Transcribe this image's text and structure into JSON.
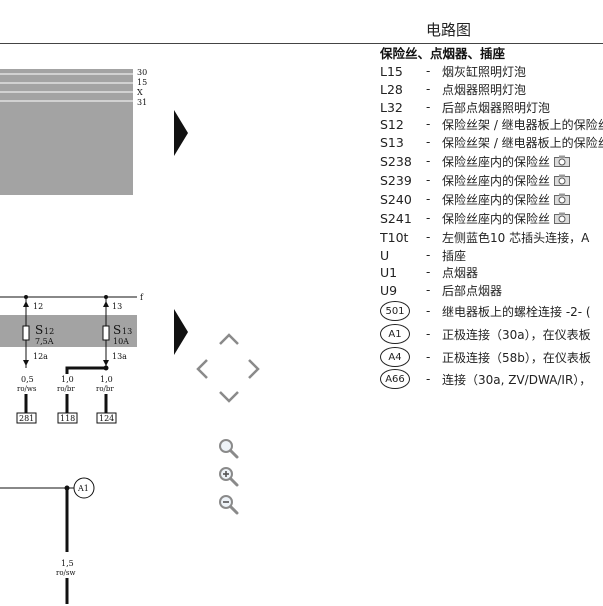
{
  "title": "电路图",
  "diagram": {
    "bus_labels": [
      "30",
      "15",
      "X",
      "31"
    ],
    "lower_bus_label": "f",
    "fuses": [
      {
        "id": "S",
        "num": "12",
        "rating": "7,5A",
        "wire_top": "12",
        "wire_bottom": "12a",
        "gauge": "0,5",
        "color": "ro/ws",
        "ref": "281"
      },
      {
        "id": "S",
        "num": "13",
        "rating": "10A",
        "wire_top": "13",
        "wire_bottom": "13a",
        "gauge": "1,0",
        "color": "ro/br",
        "ref": "124"
      }
    ],
    "middle_wire": {
      "gauge": "1,0",
      "color": "ro/br",
      "ref": "118"
    },
    "connector": {
      "label": "A1",
      "gauge": "1,5",
      "color": "ro/sw"
    }
  },
  "legend": {
    "heading": "保险丝、点烟器、插座",
    "items": [
      {
        "code": "L15",
        "text": "烟灰缸照明灯泡",
        "camera": false
      },
      {
        "code": "L28",
        "text": "点烟器照明灯泡",
        "camera": false
      },
      {
        "code": "L32",
        "text": "后部点烟器照明灯泡",
        "camera": false
      },
      {
        "code": "S12",
        "text": "保险丝架 / 继电器板上的保险丝",
        "camera": false
      },
      {
        "code": "S13",
        "text": "保险丝架 / 继电器板上的保险丝",
        "camera": false
      },
      {
        "code": "S238",
        "text": "保险丝座内的保险丝",
        "camera": true
      },
      {
        "code": "S239",
        "text": "保险丝座内的保险丝",
        "camera": true
      },
      {
        "code": "S240",
        "text": "保险丝座内的保险丝",
        "camera": true
      },
      {
        "code": "S241",
        "text": "保险丝座内的保险丝",
        "camera": true
      },
      {
        "code": "T10t",
        "text": "左侧蓝色10 芯插头连接，A",
        "camera": false
      },
      {
        "code": "U",
        "text": "插座",
        "camera": false
      },
      {
        "code": "U1",
        "text": "点烟器",
        "camera": false
      },
      {
        "code": "U9",
        "text": "后部点烟器",
        "camera": false
      }
    ],
    "connections": [
      {
        "code": "501",
        "text": "继电器板上的螺栓连接 -2- ("
      },
      {
        "code": "A1",
        "text": "正极连接（30a），在仪表板"
      },
      {
        "code": "A4",
        "text": "正极连接（58b），在仪表板"
      },
      {
        "code": "A66",
        "text": "连接（30a, ZV/DWA/IR），"
      }
    ]
  },
  "icons": {
    "expand": "expand-triangle-icon",
    "pan_up": "chevron-up-icon",
    "pan_left": "chevron-left-icon",
    "pan_right": "chevron-right-icon",
    "pan_down": "chevron-down-icon",
    "zoom_fit": "magnifier-icon",
    "zoom_in": "zoom-in-icon",
    "zoom_out": "zoom-out-icon",
    "camera": "camera-icon"
  },
  "colors": {
    "panel_gray": "#a3a3a3",
    "wire": "#111111",
    "nav_gray": "#8a8a8a"
  }
}
